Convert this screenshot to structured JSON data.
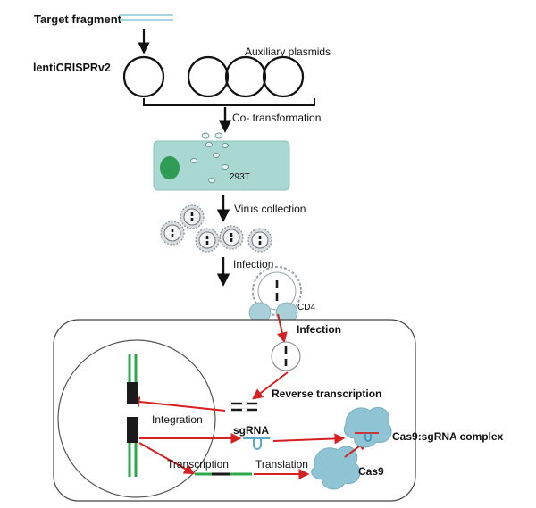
{
  "labels": {
    "target_fragment": "Target fragment",
    "lenti": "lentiCRISPRv2",
    "auxiliary": "Auxiliary plasmids",
    "cotransformation": "Co- transformation",
    "cell_line": "293T",
    "virus_collection": "Virus collection",
    "infection_step": "Infection",
    "cd4": "CD4",
    "infection_entry": "Infection",
    "reverse_transcription": "Reverse transcription",
    "integration": "Integration",
    "sgrna": "sgRNA",
    "complex": "Cas9:sgRNA complex",
    "transcription": "Transcription",
    "translation": "Translation",
    "cas9": "Cas9"
  },
  "colors": {
    "dna_green": "#2ca84a",
    "dna_black": "#1a1a1a",
    "arrow_red": "#d62020",
    "cell_fill": "#a9d7d1",
    "nucleus_green": "#2e9c54",
    "protein_blue": "#8fc4d4",
    "fragment_blue": "#a8d4e0"
  }
}
